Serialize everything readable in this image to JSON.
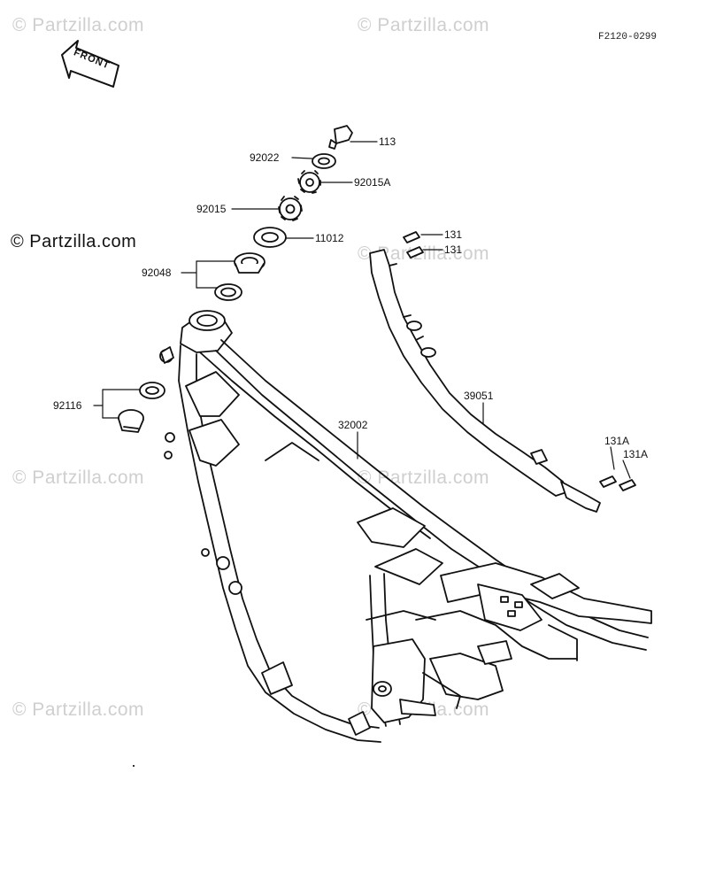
{
  "watermarks": {
    "text": "© Partzilla.com"
  },
  "diagram_code": "F2120-0299",
  "front_arrow_label": "FRONT",
  "parts": {
    "p113": "113",
    "p92022": "92022",
    "p92015A": "92015A",
    "p92015": "92015",
    "p11012": "11012",
    "p92048": "92048",
    "p131a": "131",
    "p131b": "131",
    "p92116": "92116",
    "p39051": "39051",
    "p32002": "32002",
    "p131A_1": "131A",
    "p131A_2": "131A"
  }
}
